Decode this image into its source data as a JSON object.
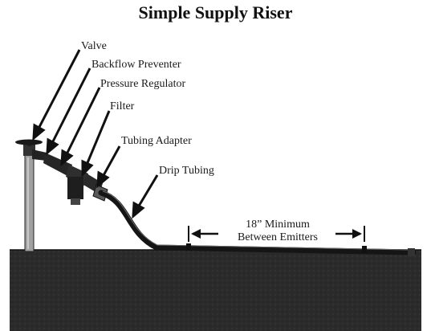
{
  "title": "Simple Supply Riser",
  "callouts": {
    "valve": "Valve",
    "backflow_preventer": "Backflow Preventer",
    "pressure_regulator": "Pressure Regulator",
    "filter": "Filter",
    "tubing_adapter": "Tubing Adapter",
    "drip_tubing": "Drip Tubing"
  },
  "emitter_spacing": {
    "line1": "18” Minimum",
    "line2": "Between Emitters"
  },
  "colors": {
    "ink": "#111111",
    "soil": "#2a2a2a",
    "riser": "#9a9a9a",
    "paper": "#ffffff"
  }
}
